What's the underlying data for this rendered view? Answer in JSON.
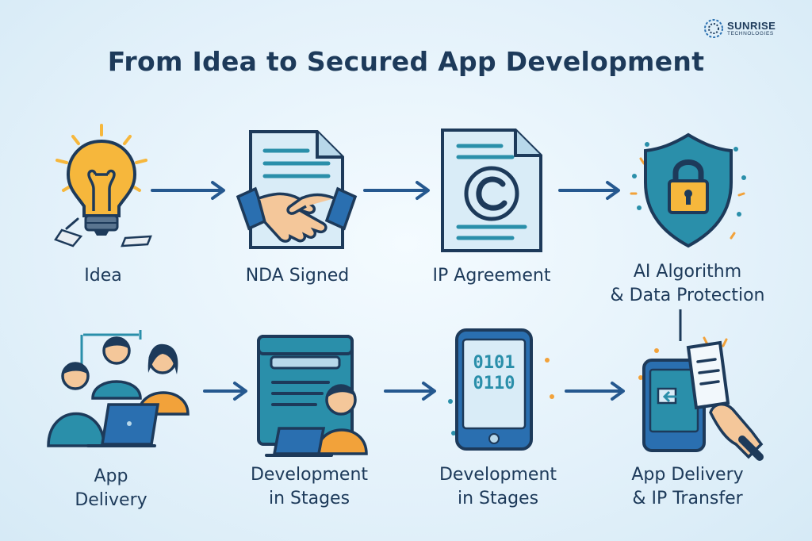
{
  "logo": {
    "name": "SUNRISE",
    "sub": "TECHNOLOGIES"
  },
  "title": "From Idea to Secured App Development",
  "steps": [
    {
      "label": "Idea"
    },
    {
      "label": "NDA Signed"
    },
    {
      "label": "IP Agreement"
    },
    {
      "label": "AI Algorithm\n& Data Protection"
    },
    {
      "label": "App\nDelivery"
    },
    {
      "label": "Development\nin Stages"
    },
    {
      "label": "Development\nin Stages"
    },
    {
      "label": "App Delivery\n& IP Transfer"
    }
  ],
  "phone_code": [
    "0101",
    "0110"
  ],
  "colors": {
    "navy": "#1d3a5a",
    "teal": "#2a8faa",
    "yellow": "#f6b73c",
    "orange": "#f2a23a",
    "arrow": "#25588f"
  }
}
